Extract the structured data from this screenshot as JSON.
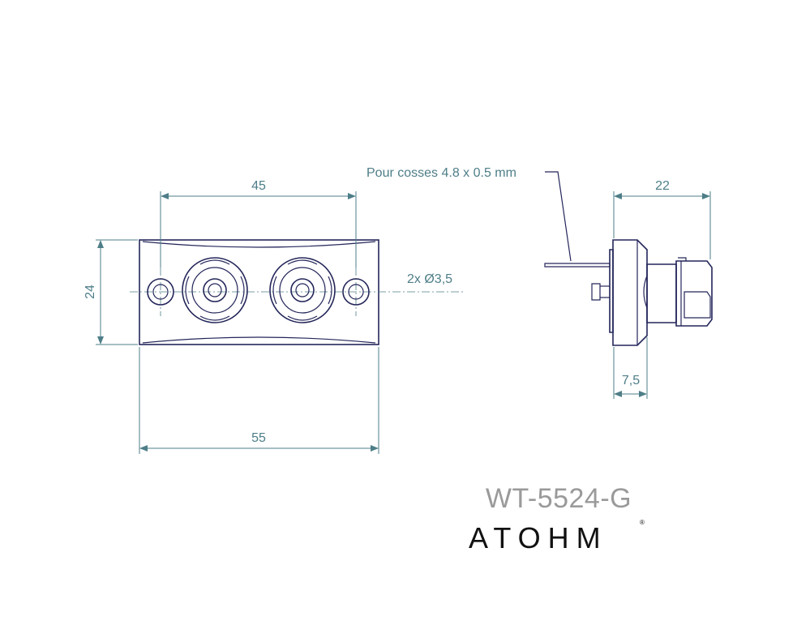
{
  "drawing": {
    "dimensions": {
      "width_outer": "55",
      "hole_spacing": "45",
      "height": "24",
      "holes": "2x Ø3,5",
      "depth": "22",
      "flange": "7,5"
    },
    "callout": "Pour cosses 4.8 x 0.5 mm",
    "model_number": "WT-5524-G",
    "brand": "ATOHM",
    "registered_mark": "®"
  },
  "colors": {
    "part": "#24265a",
    "dimension": "#4e7e88",
    "model_text": "#9a9a9a",
    "brand_text": "#111111"
  }
}
